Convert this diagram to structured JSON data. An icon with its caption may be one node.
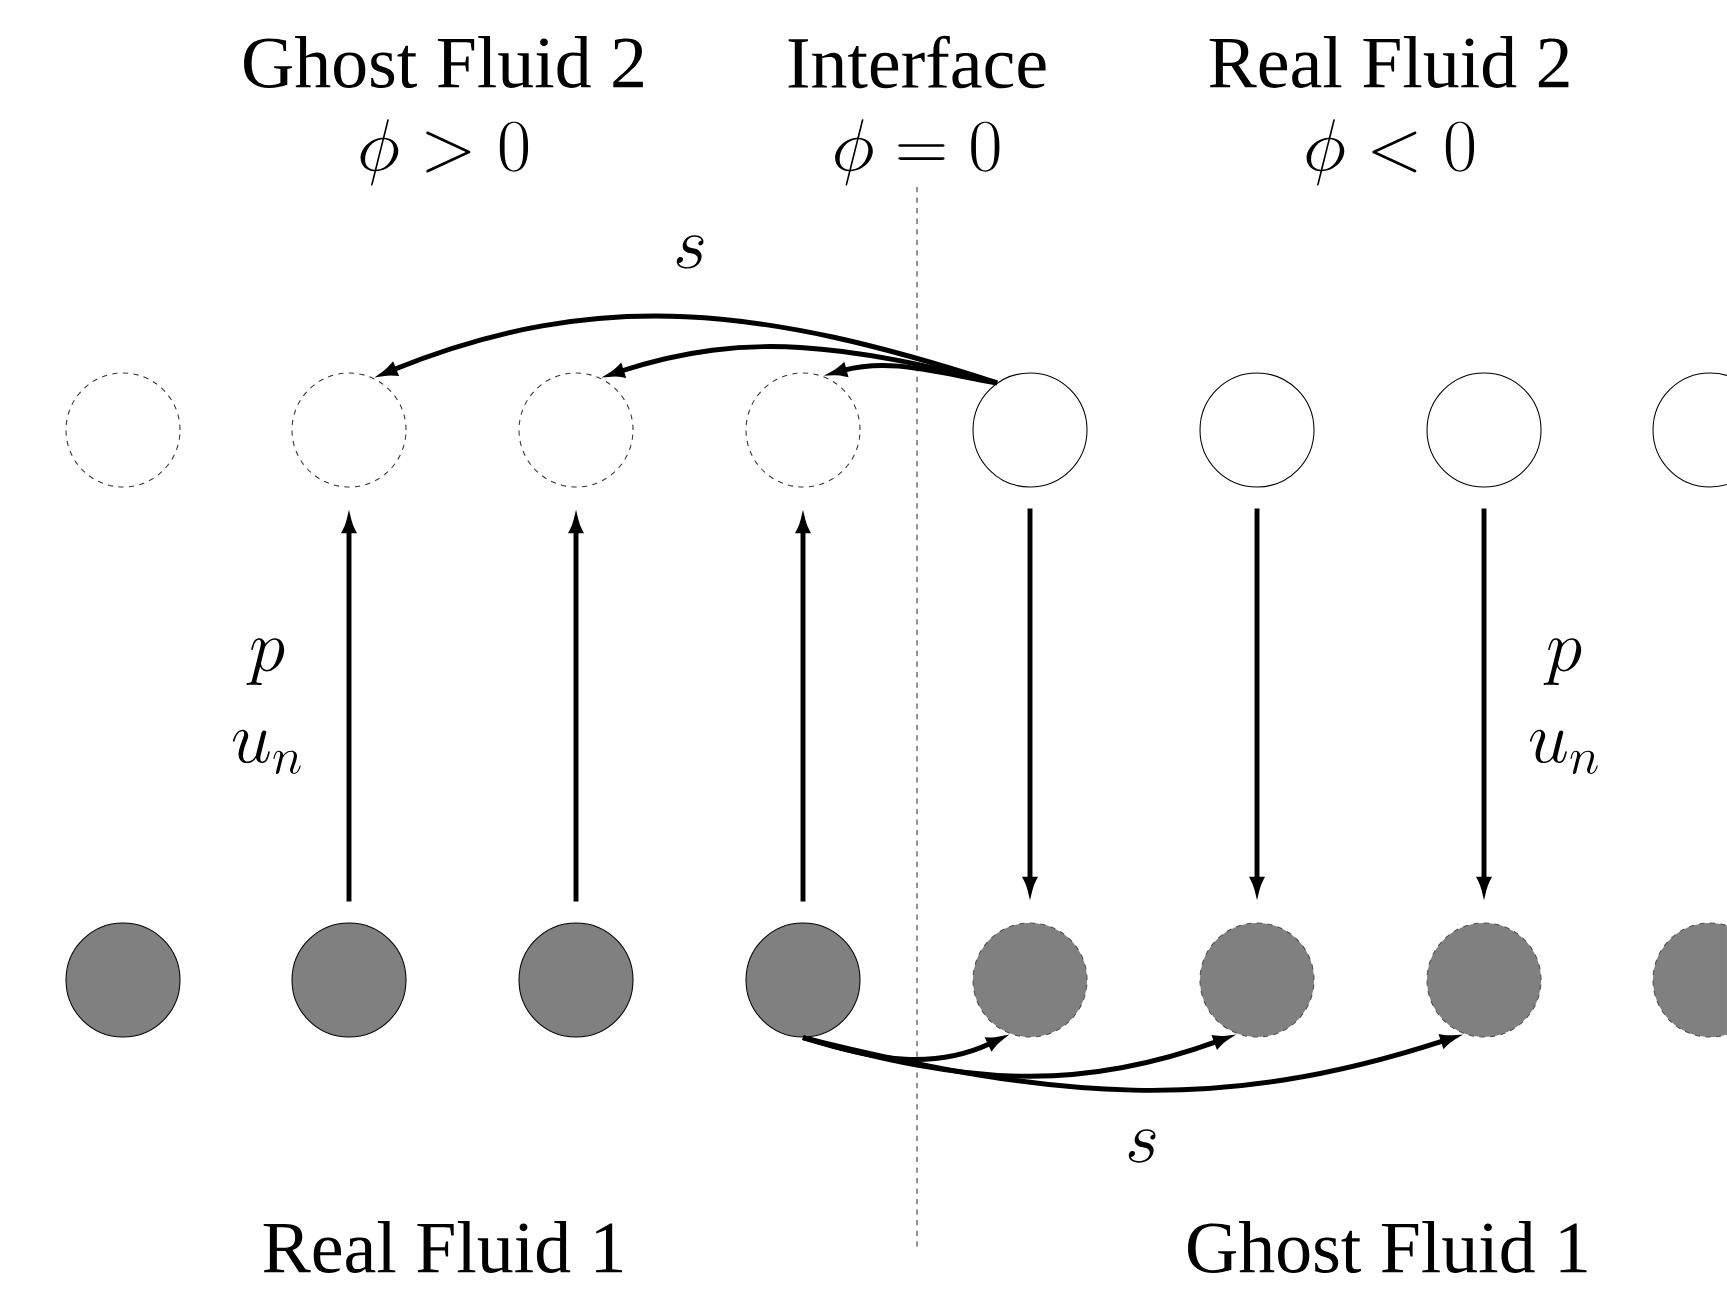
{
  "diagram": {
    "nodes": [
      {
        "text": [],
        "shape": "circle"
      },
      {
        "text": [],
        "shape": "circle"
      },
      {
        "text": [],
        "shape": "circle"
      },
      {
        "text": [],
        "shape": "circle"
      },
      {
        "text": [],
        "shape": "circle"
      },
      {
        "text": [],
        "shape": "circle"
      },
      {
        "text": [],
        "shape": "circle"
      },
      {
        "text": [],
        "shape": "circle"
      },
      {
        "text": [],
        "shape": "circle"
      },
      {
        "text": [],
        "shape": "circle"
      },
      {
        "text": [],
        "shape": "circle"
      },
      {
        "text": [],
        "shape": "circle"
      },
      {
        "text": [],
        "shape": "circle"
      },
      {
        "text": [],
        "shape": "circle"
      },
      {
        "text": [],
        "shape": "circle"
      },
      {
        "text": [],
        "shape": "circle"
      }
    ],
    "edges": [
      {
        "from": 4,
        "to": 1,
        "arrow": "to"
      },
      {
        "from": 4,
        "to": 2,
        "arrow": "to"
      },
      {
        "from": 4,
        "to": 3,
        "arrow": "to"
      },
      {
        "from": 9,
        "to": 1,
        "arrow": "to"
      },
      {
        "from": 10,
        "to": 2,
        "arrow": "to"
      },
      {
        "from": 11,
        "to": 3,
        "arrow": "to"
      },
      {
        "from": 4,
        "to": 12,
        "arrow": "to"
      },
      {
        "from": 5,
        "to": 13,
        "arrow": "to"
      },
      {
        "from": 6,
        "to": 14,
        "arrow": "to"
      },
      {
        "from": 11,
        "to": 12,
        "arrow": "to"
      },
      {
        "from": 11,
        "to": 13,
        "arrow": "to"
      },
      {
        "from": 11,
        "to": 14,
        "arrow": "to"
      }
    ],
    "labels": [
      "Ghost Fluid 2",
      "\\phi > 0",
      "Interface",
      "\\phi = 0",
      "Real Fluid 2",
      "\\phi < 0",
      "s",
      "p",
      "u_n",
      "p",
      "u_n",
      "s",
      "Real Fluid 1",
      "Ghost Fluid 1"
    ]
  }
}
